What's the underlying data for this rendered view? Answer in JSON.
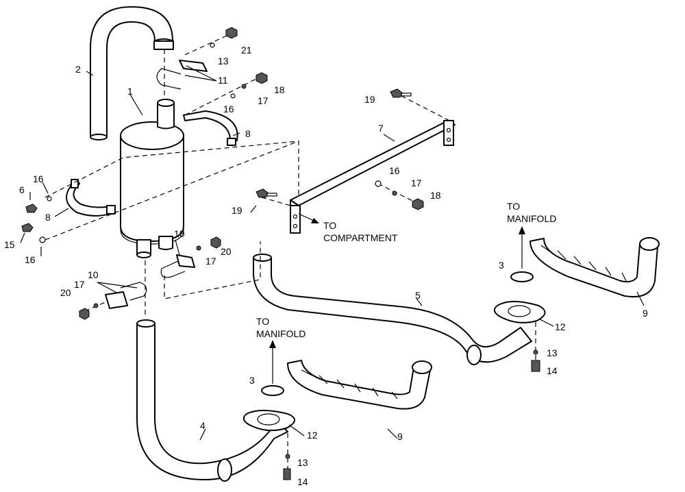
{
  "callouts": {
    "c1": "1",
    "c2": "2",
    "c3a": "3",
    "c3b": "3",
    "c4": "4",
    "c5": "5",
    "c6": "6",
    "c7": "7",
    "c8a": "8",
    "c8b": "8",
    "c9a": "9",
    "c9b": "9",
    "c10a": "10",
    "c10b": "10",
    "c11": "11",
    "c12a": "12",
    "c12b": "12",
    "c13a": "13",
    "c13b": "13",
    "c13c": "13",
    "c14a": "14",
    "c14b": "14",
    "c15": "15",
    "c16a": "16",
    "c16b": "16",
    "c16c": "16",
    "c16d": "16",
    "c17a": "17",
    "c17b": "17",
    "c17c": "17",
    "c17d": "17",
    "c18a": "18",
    "c18b": "18",
    "c19a": "19",
    "c19b": "19",
    "c20a": "20",
    "c20b": "20",
    "c21": "21"
  },
  "notes": {
    "to_manifold_right_l1": "TO",
    "to_manifold_right_l2": "MANIFOLD",
    "to_manifold_center_l1": "TO",
    "to_manifold_center_l2": "MANIFOLD",
    "to_compartment_l1": "TO",
    "to_compartment_l2": "COMPARTMENT"
  }
}
